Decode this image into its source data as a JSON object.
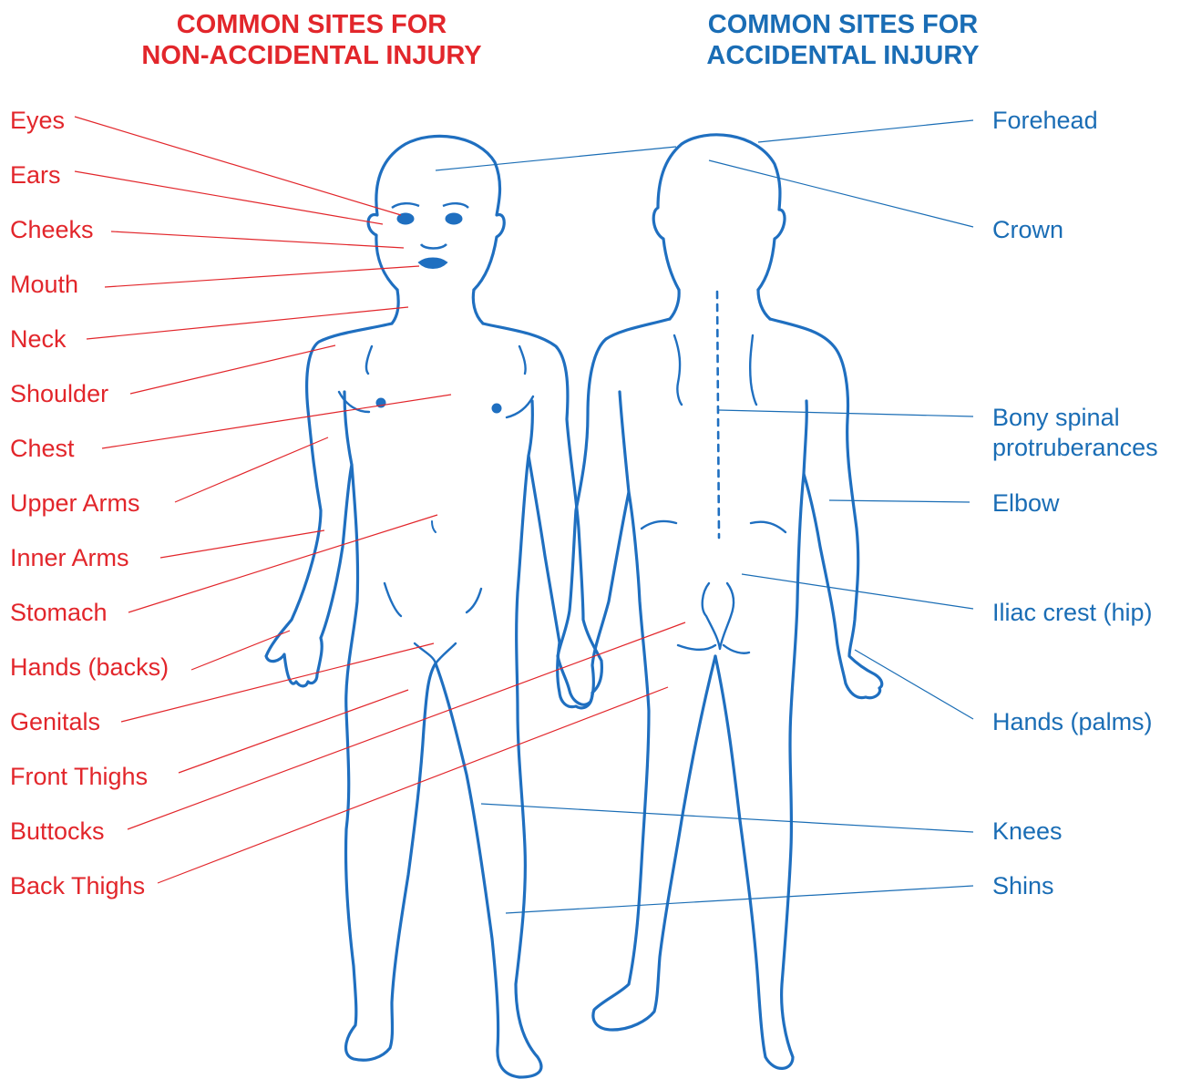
{
  "colors": {
    "red": "#e2262b",
    "blue": "#1a6db5",
    "figure": "#1f6fc0"
  },
  "headings": {
    "left": {
      "line1": "COMMON SITES FOR",
      "line2": "NON-ACCIDENTAL INJURY"
    },
    "right": {
      "line1": "COMMON SITES FOR",
      "line2": "ACCIDENTAL INJURY"
    }
  },
  "non_accidental": [
    "Eyes",
    "Ears",
    "Cheeks",
    "Mouth",
    "Neck",
    "Shoulder",
    "Chest",
    "Upper Arms",
    "Inner Arms",
    "Stomach",
    "Hands (backs)",
    "Genitals",
    "Front Thighs",
    "Buttocks",
    "Back Thighs"
  ],
  "accidental": [
    {
      "line1": "Forehead"
    },
    {
      "line1": "Crown"
    },
    {
      "line1": "Bony spinal",
      "line2": "protruberances"
    },
    {
      "line1": "Elbow"
    },
    {
      "line1": "Iliac crest (hip)"
    },
    {
      "line1": "Hands (palms)"
    },
    {
      "line1": "Knees"
    },
    {
      "line1": "Shins"
    }
  ]
}
